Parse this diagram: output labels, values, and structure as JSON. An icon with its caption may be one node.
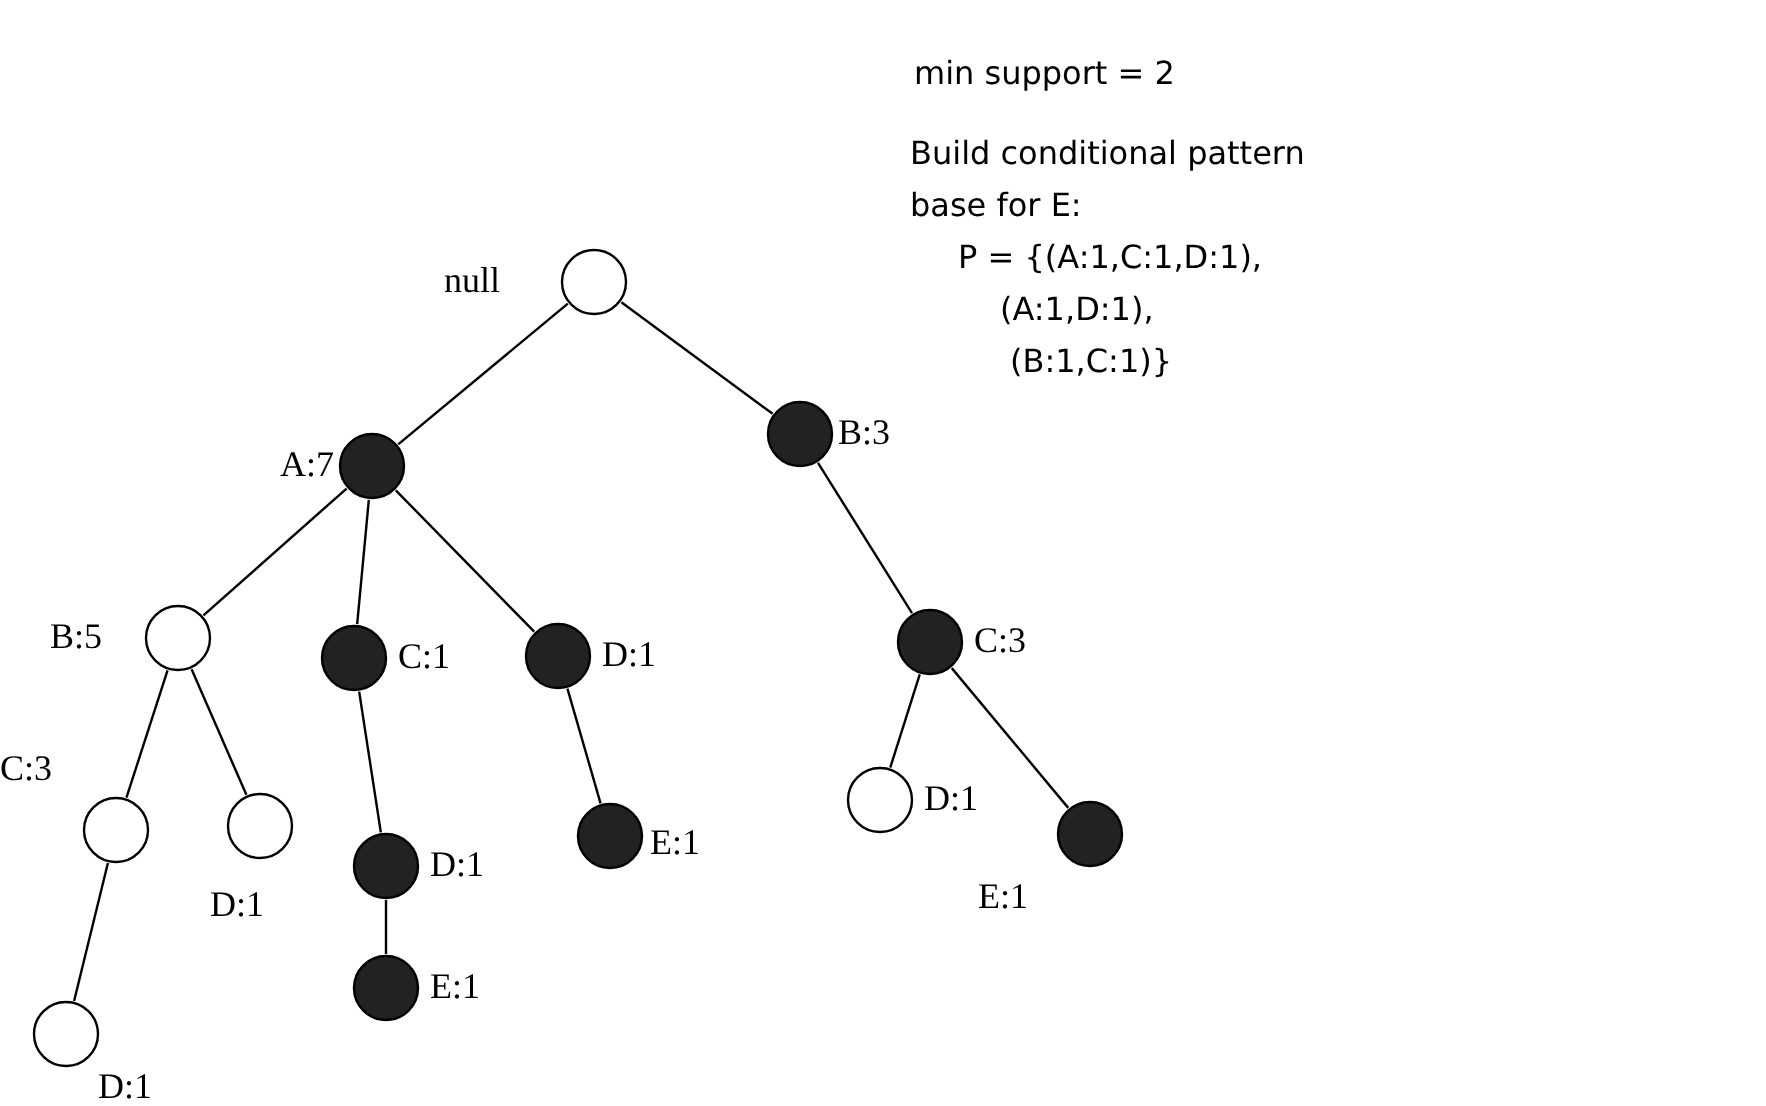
{
  "diagram": {
    "nodes": [
      {
        "text": [
          "null"
        ]
      },
      {
        "text": [
          "A:7"
        ]
      },
      {
        "text": [
          "B:3"
        ]
      },
      {
        "text": [
          "B:5"
        ]
      },
      {
        "text": [
          "C:1"
        ]
      },
      {
        "text": [
          "D:1"
        ]
      },
      {
        "text": [
          "C:3"
        ]
      },
      {
        "text": [
          "C:3"
        ]
      },
      {
        "text": [
          "D:1"
        ]
      },
      {
        "text": [
          "D:1"
        ]
      },
      {
        "text": [
          "E:1"
        ]
      },
      {
        "text": [
          "D:1"
        ]
      },
      {
        "text": [
          "E:1"
        ]
      },
      {
        "text": [
          "E:1"
        ]
      },
      {
        "text": [
          "D:1"
        ]
      }
    ],
    "edges": [
      {
        "from": 0,
        "to": 1,
        "arrow": "none"
      },
      {
        "from": 0,
        "to": 2,
        "arrow": "none"
      },
      {
        "from": 1,
        "to": 3,
        "arrow": "none"
      },
      {
        "from": 1,
        "to": 4,
        "arrow": "none"
      },
      {
        "from": 1,
        "to": 5,
        "arrow": "none"
      },
      {
        "from": 2,
        "to": 6,
        "arrow": "none"
      },
      {
        "from": 3,
        "to": 7,
        "arrow": "none"
      },
      {
        "from": 3,
        "to": 8,
        "arrow": "none"
      },
      {
        "from": 4,
        "to": 9,
        "arrow": "none"
      },
      {
        "from": 5,
        "to": 10,
        "arrow": "none"
      },
      {
        "from": 6,
        "to": 11,
        "arrow": "none"
      },
      {
        "from": 6,
        "to": 12,
        "arrow": "none"
      },
      {
        "from": 7,
        "to": 14,
        "arrow": "none"
      },
      {
        "from": 9,
        "to": 13,
        "arrow": "none"
      }
    ],
    "labels": [
      "min support = 2",
      "Build conditional pattern base for E:",
      "P = {(A:1,C:1,D:1),",
      "(A:1,D:1),",
      "(B:1,C:1)}"
    ]
  }
}
